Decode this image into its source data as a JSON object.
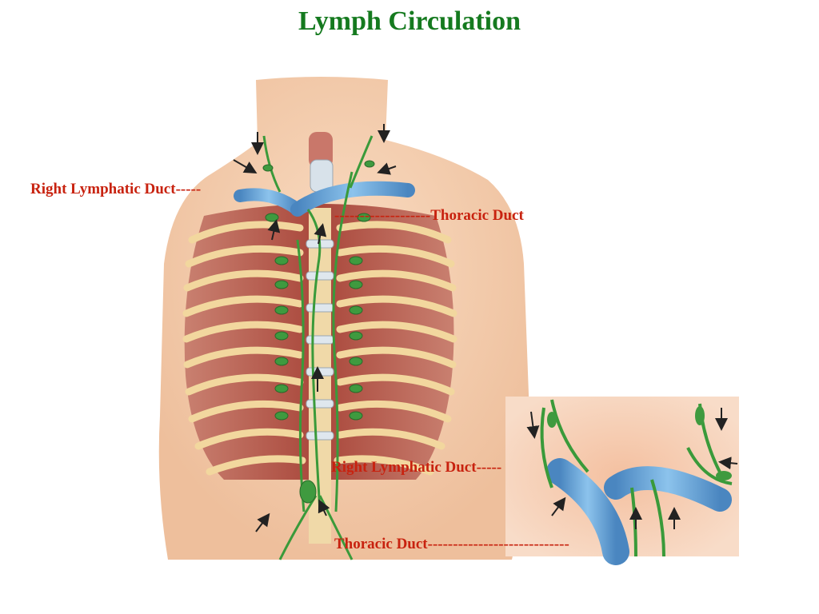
{
  "title": "Lymph Circulation",
  "labels": {
    "right_lymphatic_duct_main": "Right Lymphatic Duct-----",
    "thoracic_duct_main": "-------------------Thoracic Duct",
    "right_lymphatic_duct_inset": "Right Lymphatic Duct-----",
    "thoracic_duct_inset": "Thoracic Duct----------------------------"
  },
  "colors": {
    "title": "#157a1f",
    "labels": "#c8220f",
    "skin": "#f6d2b4",
    "muscle": "#b85a48",
    "rib": "#f2d79e",
    "vein": "#6aa6d8",
    "lymph": "#3a9a3a"
  }
}
